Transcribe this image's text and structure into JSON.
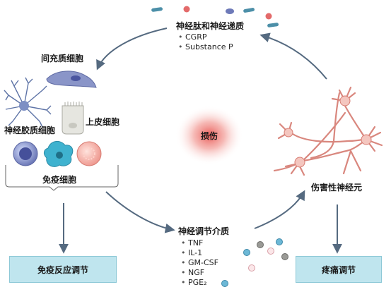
{
  "top_group": {
    "title": "神经肽和神经递质",
    "items": [
      "CGRP",
      "Substance P"
    ]
  },
  "left_group": {
    "stromal": "间充质细胞",
    "glial": "神经胶质细胞",
    "epithelial": "上皮细胞",
    "immune": "免疫细胞"
  },
  "center_label": "损伤",
  "right_group": {
    "title": "伤害性神经元"
  },
  "bottom_group": {
    "title": "神经调节介质",
    "items": [
      "TNF",
      "IL-1",
      "GM-CSF",
      "NGF",
      "PGE₂"
    ]
  },
  "outcomes": {
    "immune": "免疫反应调节",
    "pain": "疼痛调节"
  },
  "colors": {
    "arrow": "#556a80",
    "box_fill": "#bfe5ee",
    "neuron": "#f4c6bf",
    "injury": "#e8534f"
  }
}
